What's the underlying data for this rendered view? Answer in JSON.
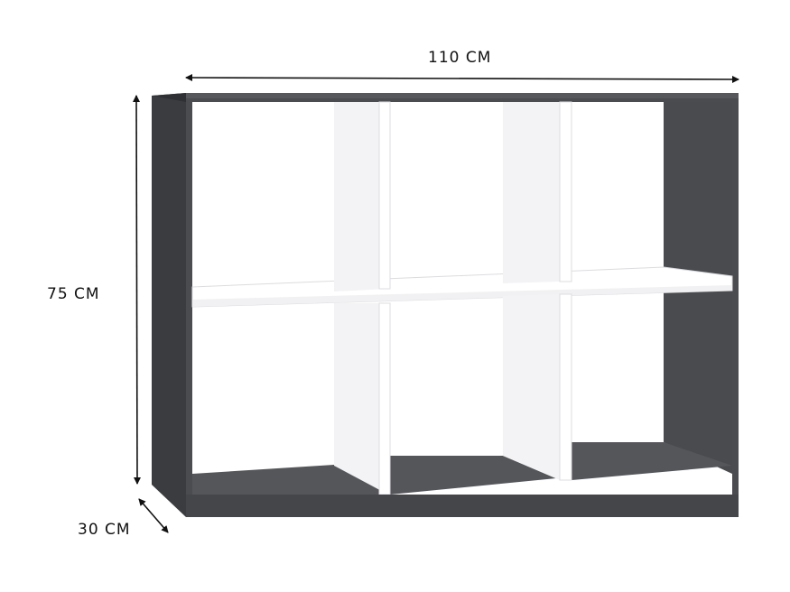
{
  "dimensions": {
    "width_label": "110 CM",
    "height_label": "75 CM",
    "depth_label": "30 CM"
  },
  "colors": {
    "frame": "#4a4b4f",
    "frame_dark": "#3a3b3f",
    "frame_inner": "#55565a",
    "panel_white": "#ffffff",
    "panel_shade": "#e9e9ec",
    "arrow": "#111111"
  }
}
